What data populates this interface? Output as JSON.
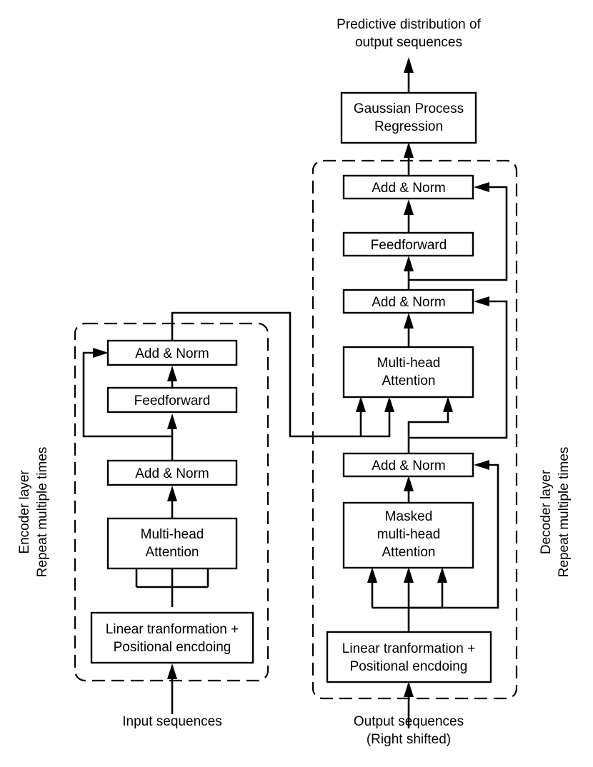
{
  "output": {
    "line1": "Predictive distribution of",
    "line2": "output sequences"
  },
  "gp": {
    "line1": "Gaussian Process",
    "line2": "Regression"
  },
  "encoder": {
    "side_line1": "Encoder layer",
    "side_line2": "Repeat multiple times",
    "add_norm_top": "Add & Norm",
    "feedforward": "Feedforward",
    "add_norm_bottom": "Add & Norm",
    "attention_line1": "Multi-head",
    "attention_line2": "Attention",
    "linear_line1": "Linear tranformation +",
    "linear_line2": "Positional encdoing",
    "input_label": "Input sequences"
  },
  "decoder": {
    "side_line1": "Decoder layer",
    "side_line2": "Repeat multiple times",
    "add_norm_top": "Add & Norm",
    "feedforward": "Feedforward",
    "add_norm_middle": "Add & Norm",
    "cross_attention_line1": "Multi-head",
    "cross_attention_line2": "Attention",
    "add_norm_bottom": "Add & Norm",
    "masked_line1": "Masked",
    "masked_line2": "multi-head",
    "masked_line3": "Attention",
    "linear_line1": "Linear tranformation +",
    "linear_line2": "Positional encdoing",
    "input_line1": "Output sequences",
    "input_line2": "(Right shifted)"
  }
}
